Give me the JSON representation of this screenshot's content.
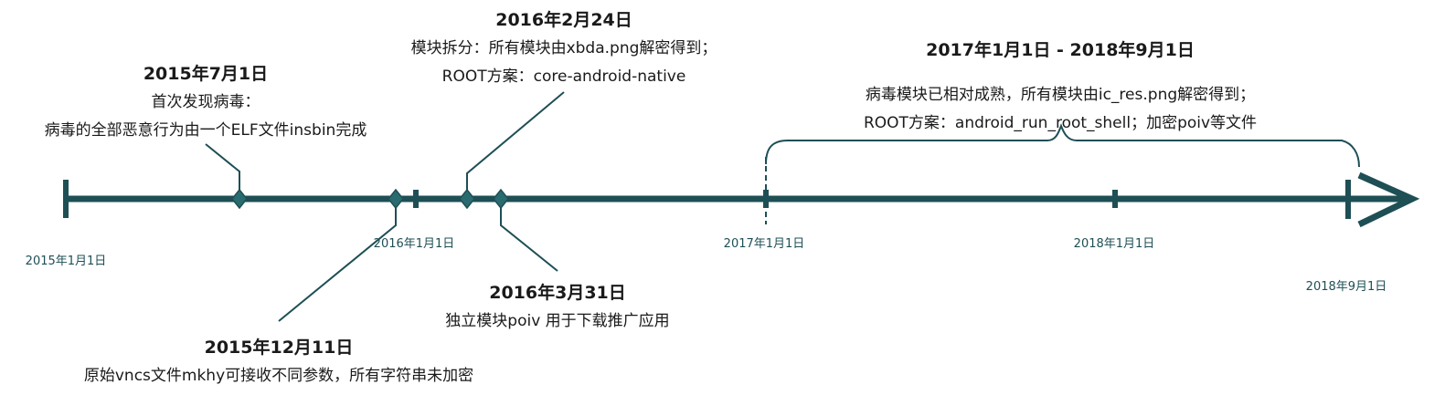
{
  "colors": {
    "axis": "#1e4f55",
    "marker": "#2a6b70"
  },
  "axis_labels": [
    "2015年1月1日",
    "2016年1月1日",
    "2017年1月1日",
    "2018年1月1日",
    "2018年9月1日"
  ],
  "events": [
    {
      "date": "2015年7月1日",
      "lines": [
        "首次发现病毒：",
        "病毒的全部恶意行为由一个ELF文件insbin完成"
      ]
    },
    {
      "date": "2015年12月11日",
      "lines": [
        "原始vncs文件mkhy可接收不同参数，所有字符串未加密"
      ]
    },
    {
      "date": "2016年2月24日",
      "lines": [
        "模块拆分：所有模块由xbda.png解密得到；",
        "ROOT方案：core-android-native"
      ]
    },
    {
      "date": "2016年3月31日",
      "lines": [
        "独立模块poiv 用于下载推广应用"
      ]
    },
    {
      "date": "2017年1月1日 - 2018年9月1日",
      "lines": [
        "病毒模块已相对成熟，所有模块由ic_res.png解密得到；",
        "ROOT方案：android_run_root_shell；加密poiv等文件"
      ]
    }
  ]
}
